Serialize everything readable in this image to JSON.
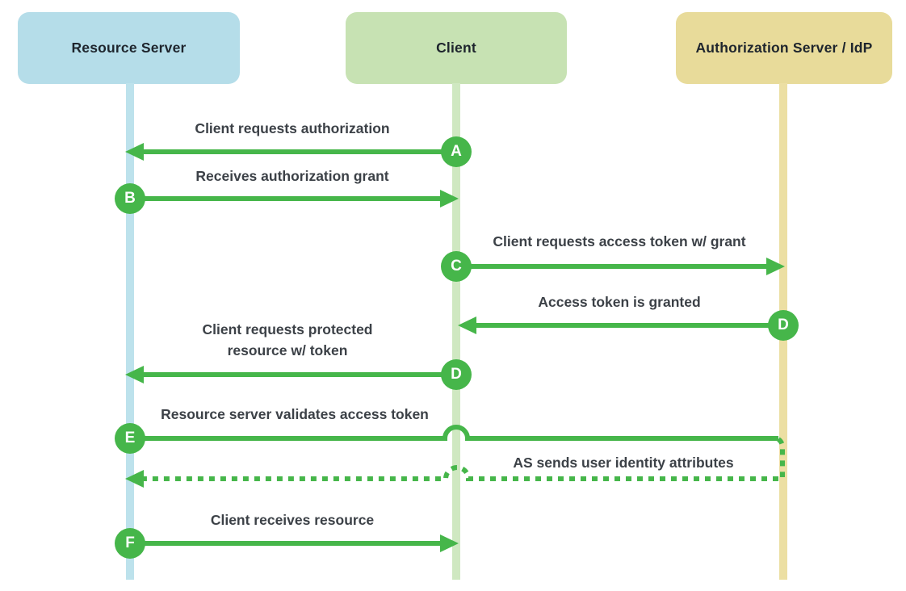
{
  "actors": [
    {
      "id": "resource-server",
      "label": "Resource Server",
      "fill": "#b5dde9",
      "lifeline_color": "#bde2ec"
    },
    {
      "id": "client",
      "label": "Client",
      "fill": "#c7e2b3",
      "lifeline_color": "#cfe8c1"
    },
    {
      "id": "authorization-server",
      "label": "Authorization Server / IdP",
      "fill": "#e8db9a",
      "lifeline_color": "#ecdfa3"
    }
  ],
  "colors": {
    "arrow_green": "#46b64a",
    "badge_green": "#46b64a",
    "label_text": "#3c4147",
    "actor_text": "#1e252d"
  },
  "messages": [
    {
      "letter": "A",
      "label": "Client requests authorization",
      "from": "client",
      "to": "resource-server",
      "style": "solid"
    },
    {
      "letter": "B",
      "label": "Receives authorization grant",
      "from": "resource-server",
      "to": "client",
      "style": "solid"
    },
    {
      "letter": "C",
      "label": "Client requests access token w/ grant",
      "from": "client",
      "to": "authorization-server",
      "style": "solid"
    },
    {
      "letter": "D",
      "label": "Access token is granted",
      "from": "authorization-server",
      "to": "client",
      "style": "solid"
    },
    {
      "letter": "D",
      "label": "Client requests protected resource w/ token",
      "from": "client",
      "to": "resource-server",
      "style": "solid"
    },
    {
      "letter": "E",
      "label": "Resource server validates access token",
      "from": "resource-server",
      "to": "authorization-server",
      "style": "solid",
      "hops_over": "client"
    },
    {
      "letter": "",
      "label": "AS sends user identity attributes",
      "from": "authorization-server",
      "to": "resource-server",
      "style": "dashed",
      "hops_over": "client"
    },
    {
      "letter": "F",
      "label": "Client receives resource",
      "from": "resource-server",
      "to": "client",
      "style": "solid"
    }
  ]
}
